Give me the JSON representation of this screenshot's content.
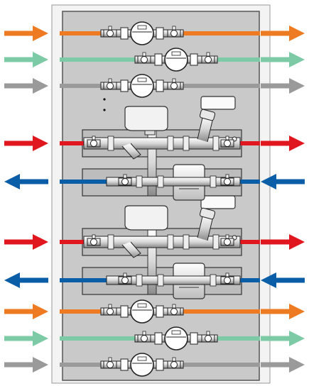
{
  "diagram": {
    "colors": {
      "hot_water": "#ee7b22",
      "cold_water_green": "#7dcaa6",
      "grey_water": "#9a9a9a",
      "heating_flow": "#e0171f",
      "heating_return": "#0a5ea8",
      "panel": "#c9c9c9",
      "frame": "#f3f3f3"
    },
    "rows": [
      {
        "medium": "hot_water",
        "direction": "right",
        "component": "water-meter"
      },
      {
        "medium": "cold_water_green",
        "direction": "right",
        "component": "water-meter"
      },
      {
        "medium": "grey_water",
        "direction": "right",
        "component": "water-meter"
      },
      {
        "medium": "heating_flow",
        "direction": "right",
        "component": "control-valve-group"
      },
      {
        "medium": "heating_return",
        "direction": "left",
        "component": "heat-meter"
      },
      {
        "medium": "heating_flow",
        "direction": "right",
        "component": "control-valve-group"
      },
      {
        "medium": "heating_return",
        "direction": "left",
        "component": "heat-meter"
      },
      {
        "medium": "hot_water",
        "direction": "right",
        "component": "water-meter"
      },
      {
        "medium": "cold_water_green",
        "direction": "right",
        "component": "water-meter"
      },
      {
        "medium": "grey_water",
        "direction": "right",
        "component": "water-meter"
      }
    ]
  }
}
